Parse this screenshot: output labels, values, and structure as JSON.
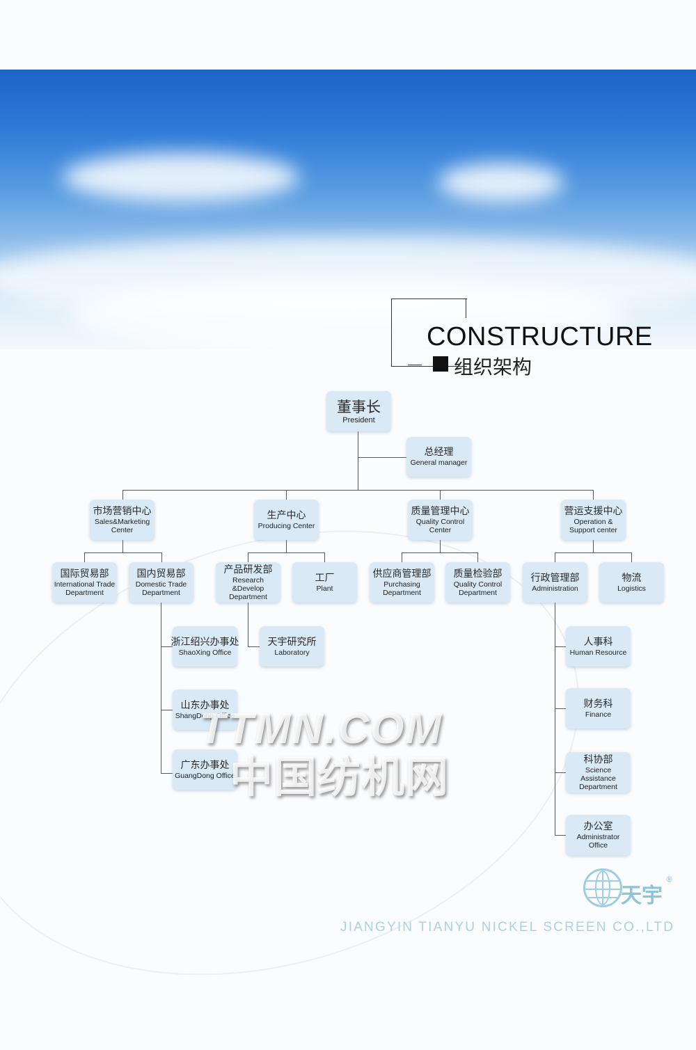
{
  "header": {
    "title_en": "CONSTRUCTURE",
    "title_cn": "组织架构"
  },
  "org": {
    "president": {
      "cn": "董事长",
      "en": "President"
    },
    "general_manager": {
      "cn": "总经理",
      "en": "General manager"
    },
    "sales_center": {
      "cn": "市场营销中心",
      "en": "Sales&Marketing Center"
    },
    "producing_center": {
      "cn": "生产中心",
      "en": "Producing Center"
    },
    "quality_center": {
      "cn": "质量管理中心",
      "en": "Quality Control Center"
    },
    "operation_center": {
      "cn": "营运支援中心",
      "en": "Operation & Support center"
    },
    "intl_trade": {
      "cn": "国际贸易部",
      "en": "International Trade Department"
    },
    "domestic_trade": {
      "cn": "国内贸易部",
      "en": "Domestic Trade Department"
    },
    "rnd": {
      "cn": "产品研发部",
      "en": "Research &Develop Department"
    },
    "plant": {
      "cn": "工厂",
      "en": "Plant"
    },
    "purchasing": {
      "cn": "供应商管理部",
      "en": "Purchasing Department"
    },
    "qc_dept": {
      "cn": "质量检验部",
      "en": "Quality Control Department"
    },
    "administration": {
      "cn": "行政管理部",
      "en": "Administration"
    },
    "logistics": {
      "cn": "物流",
      "en": "Logistics"
    },
    "shaoxing": {
      "cn": "浙江绍兴办事处",
      "en": "ShaoXing Office"
    },
    "laboratory": {
      "cn": "天宇研究所",
      "en": "Laboratory"
    },
    "shandong": {
      "cn": "山东办事处",
      "en": "ShangDong Office"
    },
    "guangdong": {
      "cn": "广东办事处",
      "en": "GuangDong Office"
    },
    "hr": {
      "cn": "人事科",
      "en": "Human Resource"
    },
    "finance": {
      "cn": "财务科",
      "en": "Finance"
    },
    "science": {
      "cn": "科协部",
      "en": "Science Assistance Department"
    },
    "admin_office": {
      "cn": "办公室",
      "en": "Administrator Office"
    }
  },
  "watermark": {
    "en": "TTMN.COM",
    "cn": "中国纺机网"
  },
  "footer": {
    "logo_text": "天宇",
    "registered_mark": "®",
    "company": "JIANGYIN TIANYU NICKEL SCREEN CO.,LTD"
  }
}
